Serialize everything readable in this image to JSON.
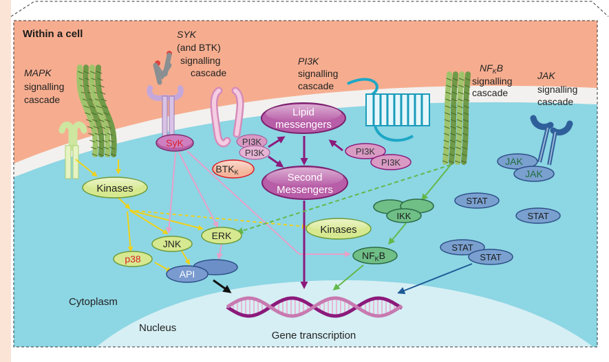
{
  "title": "Within a cell",
  "cascades": {
    "mapk": [
      "MAPK",
      "signalling",
      "cascade"
    ],
    "syk": [
      "SYK",
      "(and BTK)",
      "signalling",
      "cascade"
    ],
    "pi3k": [
      "PI3K",
      "signalling",
      "cascade"
    ],
    "nfkb": [
      "NF",
      "K",
      "B",
      "signalling",
      "cascade"
    ],
    "jak": [
      "JAK",
      "signalling",
      "cascade"
    ]
  },
  "nodes": {
    "syk": "SyK",
    "pi3k_a": "PI3K",
    "pi3k_b": "PI3K",
    "pi3k_c": "PI3K",
    "pi3k_d": "PI3K",
    "btk_main": "BTK",
    "btk_sub": "K",
    "lipid_1": "Lipid",
    "lipid_2": "messengers",
    "second_1": "Second",
    "second_2": "Messengers",
    "kinases_left": "Kinases",
    "kinases_mid": "Kinases",
    "jnk": "JNK",
    "erk": "ERK",
    "p38": "p38",
    "api": "API",
    "ikk": "IKK",
    "nfkb_main": "NF",
    "nfkb_sub": "K",
    "nfkb_end": "B",
    "jak_1": "JAK",
    "jak_2": "JAK",
    "stat_1": "STAT",
    "stat_2": "STAT",
    "stat_3": "STAT",
    "stat_4": "STAT"
  },
  "regions": {
    "cytoplasm": "Cytoplasm",
    "nucleus": "Nucleus",
    "gene_transcription": "Gene transcription"
  },
  "colors": {
    "background_salmon": "#f6ad8f",
    "membrane": "#f2f1ef",
    "cytoplasm": "#8dd6e4",
    "nucleus": "#d6eff4",
    "yellow_arrow": "#f0d21a",
    "pink_arrow": "#e8a0c8",
    "purple_arrow": "#8b1a7b",
    "green_arrow": "#63b84a",
    "blue_arrow": "#1d5a96",
    "red_text": "#d8202a"
  }
}
